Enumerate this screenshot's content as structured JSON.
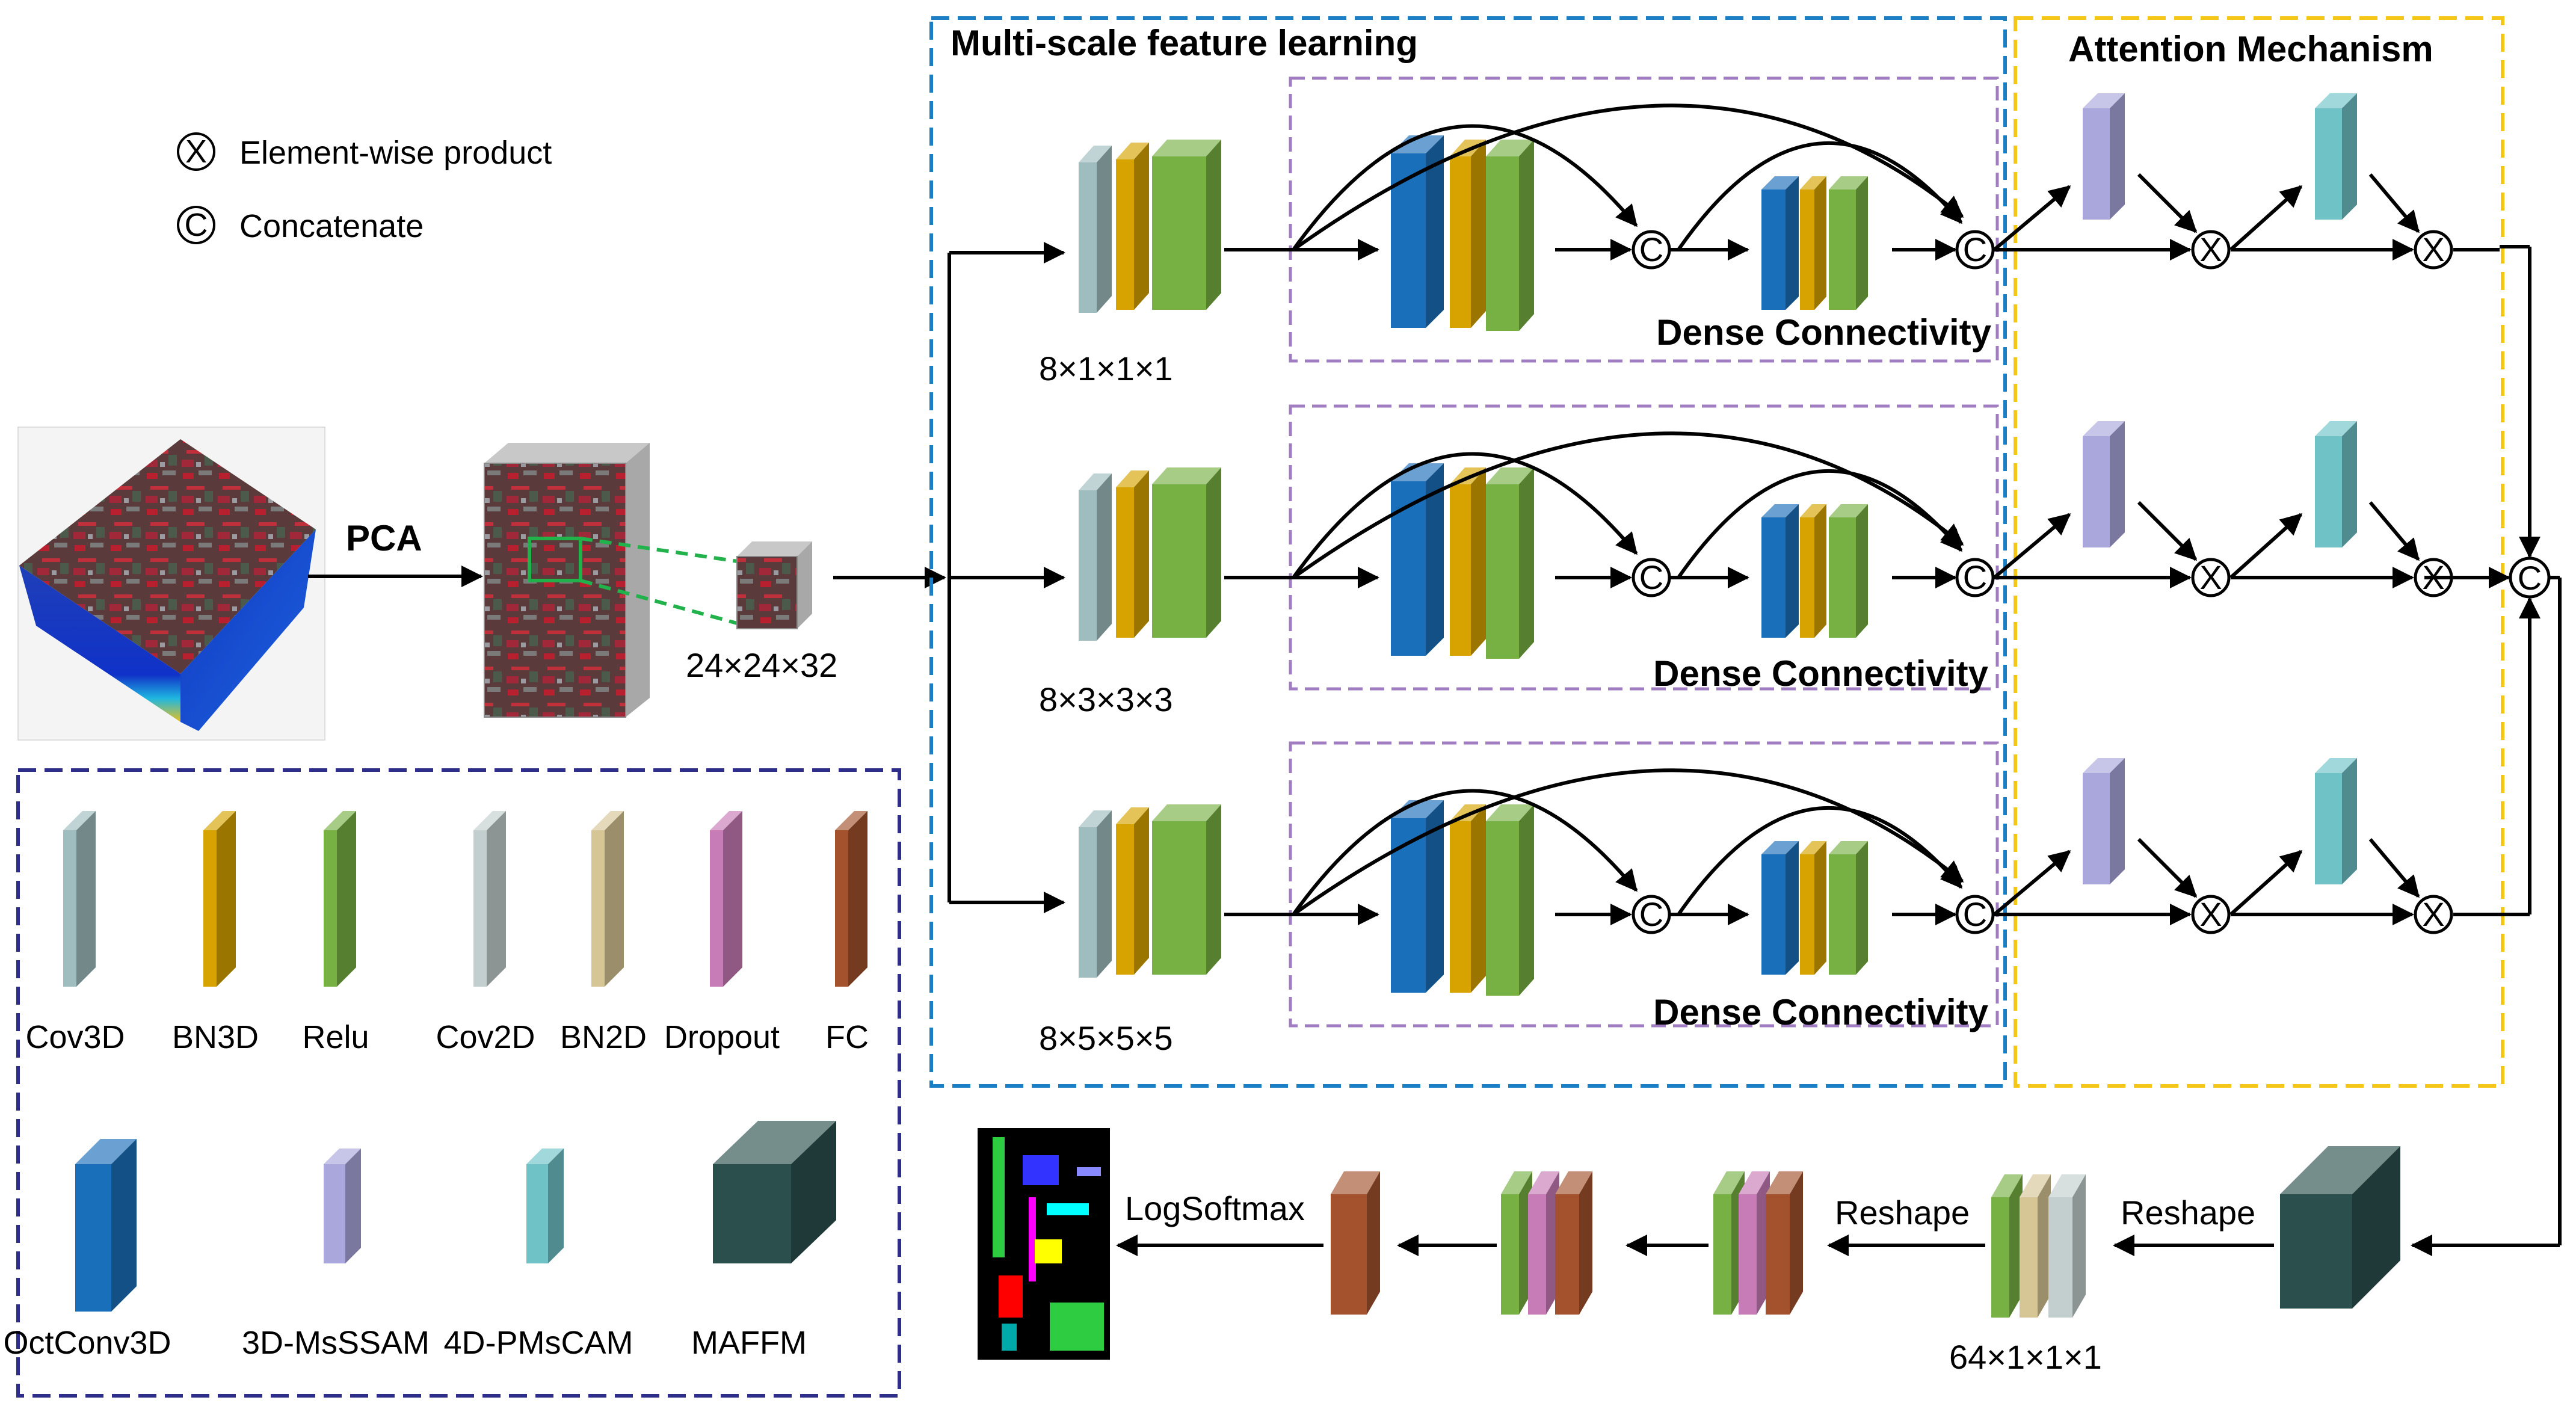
{
  "symbols": {
    "product_glyph": "X",
    "product_label": "Element-wise product",
    "concat_glyph": "C",
    "concat_label": "Concatenate"
  },
  "sections": {
    "multiscale_title": "Multi-scale feature learning",
    "attention_title": "Attention Mechanism",
    "dense_label": "Dense Connectivity"
  },
  "input": {
    "pca_label": "PCA",
    "patch_dims": "24×24×32"
  },
  "branches": [
    {
      "kernel": "8×1×1×1"
    },
    {
      "kernel": "8×3×3×3"
    },
    {
      "kernel": "8×5×5×5"
    }
  ],
  "head": {
    "reshape1": "Reshape",
    "reshape2": "Reshape",
    "fc_dims": "64×1×1×1",
    "logsoftmax": "LogSoftmax"
  },
  "legend": {
    "items": [
      {
        "label": "Cov3D",
        "color": "#9fbdbe",
        "icon": "thin-slab"
      },
      {
        "label": "BN3D",
        "color": "#d6a300",
        "icon": "thin-slab"
      },
      {
        "label": "Relu",
        "color": "#77b043",
        "icon": "thin-slab"
      },
      {
        "label": "Cov2D",
        "color": "#c3cfce",
        "icon": "thin-slab"
      },
      {
        "label": "BN2D",
        "color": "#d6c595",
        "icon": "thin-slab"
      },
      {
        "label": "Dropout",
        "color": "#c77bb7",
        "icon": "thin-slab"
      },
      {
        "label": "FC",
        "color": "#a3522d",
        "icon": "thin-slab"
      },
      {
        "label": "OctConv3D",
        "color": "#1a6fba",
        "icon": "thick-block"
      },
      {
        "label": "3D-MsSSAM",
        "color": "#a9a7dc",
        "icon": "thick-block"
      },
      {
        "label": "4D-PMsCAM",
        "color": "#6fc3c7",
        "icon": "thick-block"
      },
      {
        "label": "MAFFM",
        "color": "#2a4f4d",
        "icon": "cube"
      }
    ]
  },
  "colors": {
    "cov3d": "#9fbdbe",
    "bn3d": "#d6a300",
    "relu": "#77b043",
    "cov2d": "#c3cfce",
    "bn2d": "#d6c595",
    "dropout": "#c77bb7",
    "fc": "#a3522d",
    "octconv": "#1a6fba",
    "msssam": "#a9a7dc",
    "pmscam": "#6fc3c7",
    "maffm": "#2a4f4d",
    "multiscale_border": "#1a7fc4",
    "attention_border": "#f5c518",
    "dense_border": "#a07cc0",
    "legend_border": "#2e2e8a",
    "pca_box": "#21b24b"
  }
}
